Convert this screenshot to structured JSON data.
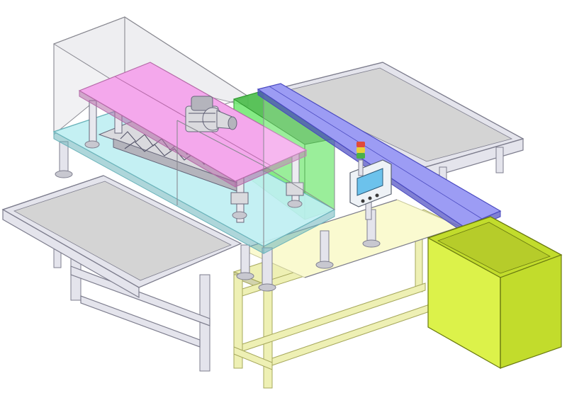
{
  "colors": {
    "background": "#ffffff",
    "enclosure_glass": "#e6e6ea",
    "enclosure_edge": "#8a8a92",
    "top_plate_pink": "#f4a8ec",
    "top_plate_pink_edge": "#b56aa8",
    "table_plate_cyan": "#bfeff2",
    "table_plate_cyan_edge": "#6cb4bb",
    "guard_green": "#6fe86f",
    "guard_green_edge": "#2f9a2f",
    "guide_rail_blue": "#9c9cf4",
    "guide_rail_blue_edge": "#4a4ac0",
    "base_plate_cream": "#fafad0",
    "base_frame_yellow": "#eef0b4",
    "base_frame_yellow_edge": "#a6a85c",
    "conveyor_belt_gray": "#d4d4d4",
    "conveyor_frame": "#e4e4ec",
    "frame_edge": "#7e7e8e",
    "bin_yellow_green": "#dcf24a",
    "bin_yellow_green_dark": "#c2dc2c",
    "bin_edge": "#6a7a10",
    "control_panel": "#eef2f6",
    "control_screen": "#6cc2ec",
    "signal_tower": [
      "#e04a3a",
      "#e8d23a",
      "#4ab04a"
    ],
    "mechanism_gray": "#dadade"
  },
  "components": [
    {
      "id": "enclosure",
      "icon": "transparent-enclosure-icon"
    },
    {
      "id": "top-plate",
      "icon": "pink-top-plate-icon"
    },
    {
      "id": "work-table",
      "icon": "cyan-work-table-icon"
    },
    {
      "id": "safety-guard",
      "icon": "green-safety-guard-icon"
    },
    {
      "id": "guide-rail",
      "icon": "blue-guide-rail-icon"
    },
    {
      "id": "left-conveyor",
      "icon": "left-conveyor-icon"
    },
    {
      "id": "right-conveyor",
      "icon": "right-conveyor-icon"
    },
    {
      "id": "base-frame",
      "icon": "yellow-base-frame-icon"
    },
    {
      "id": "collection-bin",
      "icon": "collection-bin-icon"
    },
    {
      "id": "control-panel",
      "icon": "hmi-control-panel-icon"
    },
    {
      "id": "signal-tower",
      "icon": "signal-tower-light-icon"
    },
    {
      "id": "motor-gearbox",
      "icon": "motor-gearbox-icon"
    }
  ]
}
